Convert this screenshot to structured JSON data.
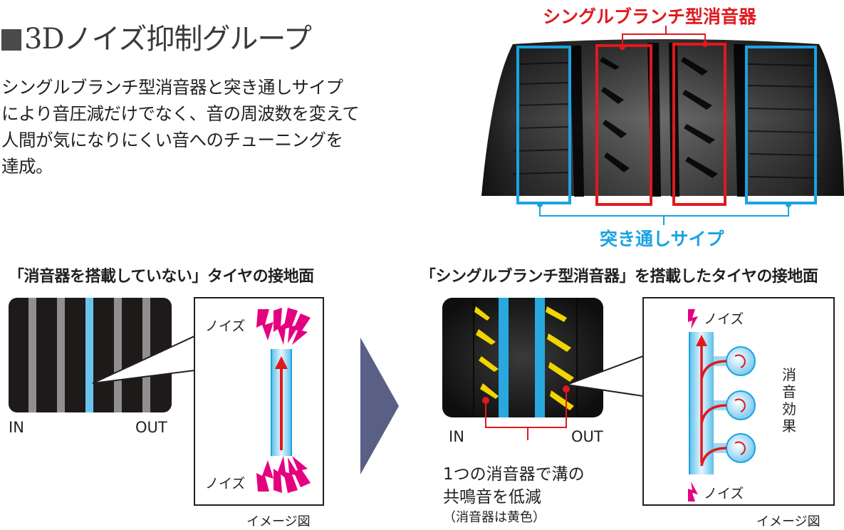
{
  "section": {
    "title": "3Dノイズ抑制グループ",
    "description_lines": [
      "シングルブランチ型消音器と突き通しサイプ",
      "により音圧減だけでなく、音の周波数を変えて",
      "人間が気になりにくい音へのチューニングを",
      "達成。"
    ]
  },
  "tread_photo": {
    "top_label": "シングルブランチ型消音器",
    "bottom_label": "突き通しサイプ"
  },
  "left_panel": {
    "title": "「消音器を搭載していない」タイヤの接地面",
    "in_label": "IN",
    "out_label": "OUT",
    "noise_top": "ノイズ",
    "noise_bottom": "ノイズ",
    "image_caption": "イメージ図"
  },
  "right_panel": {
    "title": "「シングルブランチ型消音器」を搭載したタイヤの接地面",
    "in_label": "IN",
    "out_label": "OUT",
    "noise_top": "ノイズ",
    "noise_bottom": "ノイズ",
    "effect_label": [
      "消",
      "音",
      "効",
      "果"
    ],
    "note_lines": [
      "1つの消音器で溝の",
      "共鳴音を低減"
    ],
    "note_sub": "（消音器は黄色）",
    "image_caption": "イメージ図"
  },
  "colors": {
    "red": "#e0191f",
    "blue": "#1aa3e1",
    "groove_blue": "#29a8e0",
    "magenta": "#e4007f",
    "yellow": "#f2d500",
    "arrow_navy": "#5a5f86",
    "tire_dark": "#1c1c1c"
  }
}
